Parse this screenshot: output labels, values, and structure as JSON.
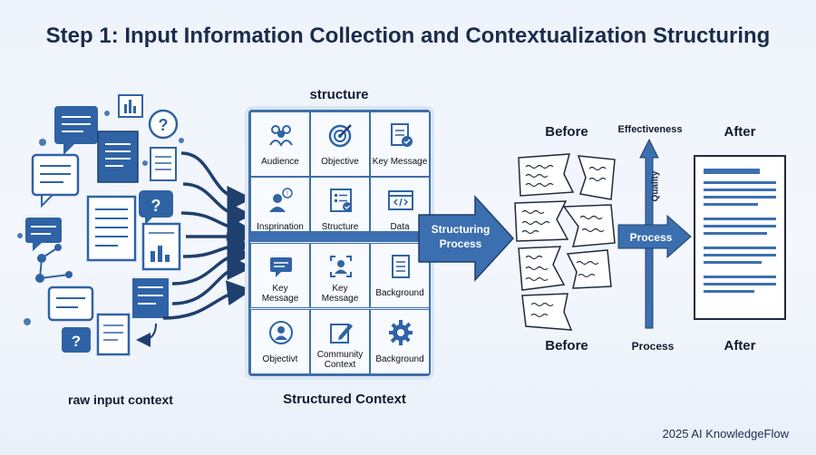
{
  "title": "Step 1: Input Information Collection and Contextualization Structuring",
  "left_label": "raw input context",
  "grid": {
    "top_label": "structure",
    "bottom_label": "Structured Context",
    "cells": [
      {
        "label": "Audience",
        "icon": "audience-icon"
      },
      {
        "label": "Objective",
        "icon": "target-icon"
      },
      {
        "label": "Key Message",
        "icon": "document-check-icon"
      },
      {
        "label": "Insprination",
        "icon": "lightbulb-person-icon"
      },
      {
        "label": "Structure",
        "icon": "checklist-icon"
      },
      {
        "label": "Data",
        "icon": "code-window-icon"
      },
      {
        "label": "Key\nMessage",
        "icon": "chat-bubble-icon"
      },
      {
        "label": "Key\nMessage",
        "icon": "person-frame-icon"
      },
      {
        "label": "Background",
        "icon": "document-icon"
      },
      {
        "label": "Objectivt",
        "icon": "person-badge-icon"
      },
      {
        "label": "Community\nContext",
        "icon": "edit-icon"
      },
      {
        "label": "Background",
        "icon": "gear-icon"
      }
    ]
  },
  "structuring_arrow": {
    "line1": "Structuring",
    "line2": "Process"
  },
  "before_top": "Before",
  "before_bottom": "Before",
  "after_top": "After",
  "after_bottom": "After",
  "effectiveness": "Effectiveness",
  "quality": "Quality",
  "process_arrow": "Process",
  "process_bottom": "Process",
  "footer": "2025 AI KnowledgeFlow",
  "colors": {
    "primary": "#3c6fb0",
    "dark": "#1f3f6e",
    "light": "#dbe6f4"
  }
}
